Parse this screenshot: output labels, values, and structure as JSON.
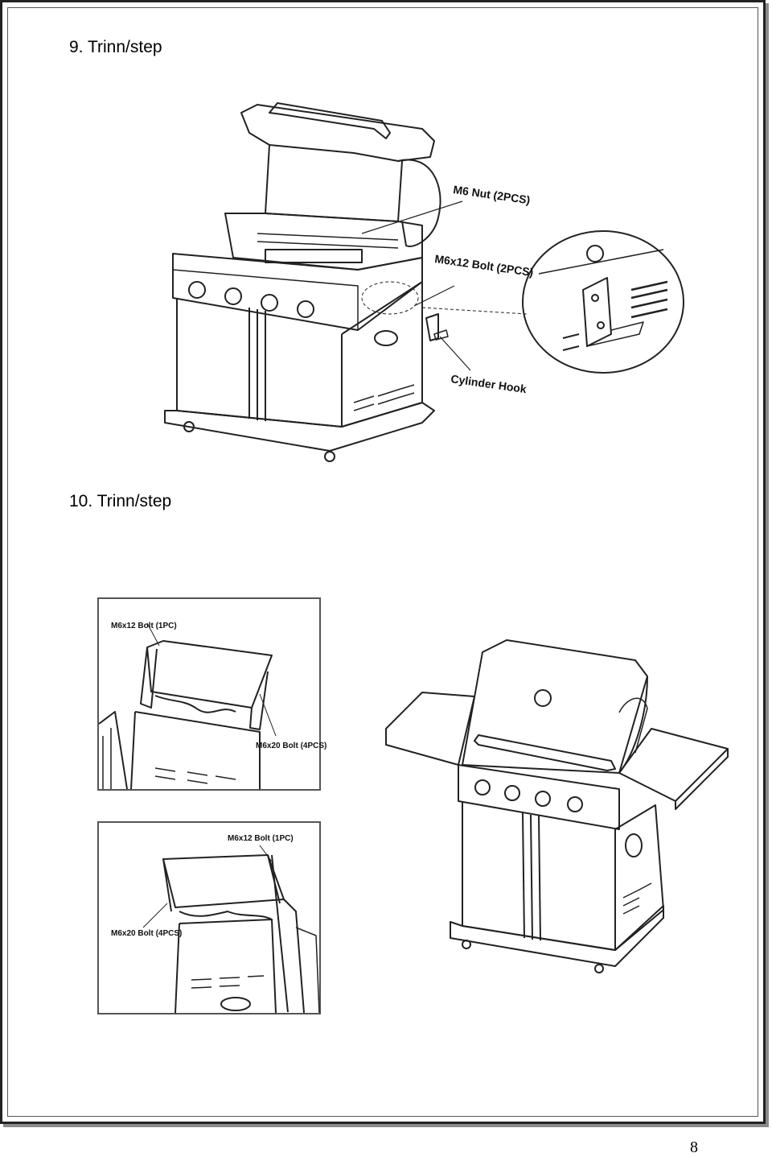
{
  "steps": [
    {
      "title": "9. Trinn/step"
    },
    {
      "title": "10. Trinn/step"
    }
  ],
  "step9_labels": {
    "nut": "M6  Nut (2PCS)",
    "bolt": "M6x12 Bolt (2PCS)",
    "hook": "Cylinder Hook"
  },
  "step10_labels": {
    "inset1_bolt_top": "M6x12 Bolt (1PC)",
    "inset1_bolt_side": "M6x20 Bolt (4PCS)",
    "inset2_bolt_top": "M6x12 Bolt (1PC)",
    "inset2_bolt_side": "M6x20 Bolt (4PCS)"
  },
  "page_number": "8",
  "colors": {
    "line": "#222222",
    "frame": "#222222"
  }
}
